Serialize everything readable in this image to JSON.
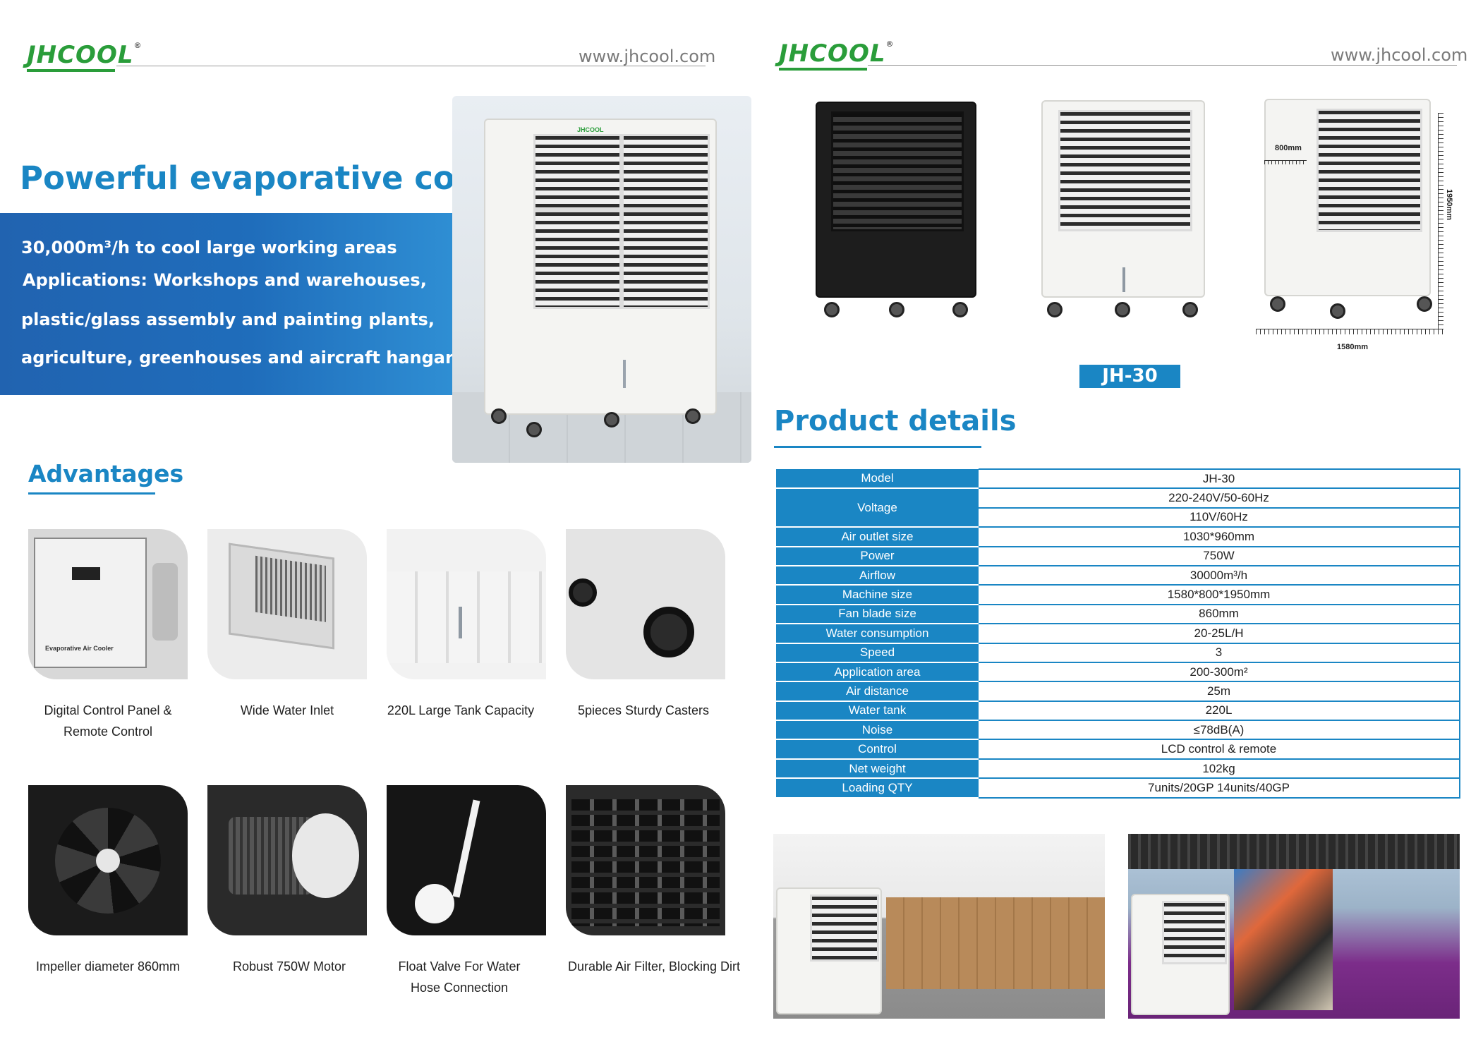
{
  "header": {
    "logo_text": "JHCOOL",
    "logo_mark": "®",
    "website": "www.jhcool.com"
  },
  "hero": {
    "title": "Powerful evaporative cooler",
    "lines": [
      "30,000m³/h to cool large working areas",
      "Applications: Workshops and warehouses,",
      "plastic/glass assembly and painting plants,",
      "agriculture, greenhouses and aircraft hangars, etc."
    ],
    "product_logo": "JHCOOL"
  },
  "advantages": {
    "title": "Advantages",
    "panel_label": "Evaporative Air Cooler",
    "items": [
      {
        "caption": [
          "Digital Control Panel &",
          "Remote Control"
        ],
        "icon": "control-panel-icon"
      },
      {
        "caption": [
          "Wide Water Inlet"
        ],
        "icon": "water-inlet-icon"
      },
      {
        "caption": [
          "220L Large Tank Capacity"
        ],
        "icon": "water-tank-icon"
      },
      {
        "caption": [
          "5pieces Sturdy Casters"
        ],
        "icon": "caster-wheel-icon"
      },
      {
        "caption": [
          "Impeller diameter 860mm"
        ],
        "icon": "impeller-icon"
      },
      {
        "caption": [
          "Robust 750W Motor"
        ],
        "icon": "motor-icon"
      },
      {
        "caption": [
          "Float Valve For Water",
          "Hose Connection"
        ],
        "icon": "float-valve-icon"
      },
      {
        "caption": [
          "Durable Air Filter, Blocking Dirt"
        ],
        "icon": "air-filter-icon"
      }
    ]
  },
  "product": {
    "model": "JH-30",
    "dimensions": {
      "depth": "800mm",
      "height": "1950mm",
      "width": "1580mm"
    }
  },
  "details": {
    "title": "Product details",
    "rows": [
      {
        "key": "Model",
        "values": [
          "JH-30"
        ]
      },
      {
        "key": "Voltage",
        "values": [
          "220-240V/50-60Hz",
          "110V/60Hz"
        ]
      },
      {
        "key": "Air outlet size",
        "values": [
          "1030*960mm"
        ]
      },
      {
        "key": "Power",
        "values": [
          "750W"
        ]
      },
      {
        "key": "Airflow",
        "values": [
          "30000m³/h"
        ]
      },
      {
        "key": "Machine size",
        "values": [
          "1580*800*1950mm"
        ]
      },
      {
        "key": "Fan blade size",
        "values": [
          "860mm"
        ]
      },
      {
        "key": "Water consumption",
        "values": [
          "20-25L/H"
        ]
      },
      {
        "key": "Speed",
        "values": [
          "3"
        ]
      },
      {
        "key": "Application area",
        "values": [
          "200-300m²"
        ]
      },
      {
        "key": "Air distance",
        "values": [
          "25m"
        ]
      },
      {
        "key": "Water tank",
        "values": [
          "220L"
        ]
      },
      {
        "key": "Noise",
        "values": [
          "≤78dB(A)"
        ]
      },
      {
        "key": "Control",
        "values": [
          "LCD control & remote"
        ]
      },
      {
        "key": "Net weight",
        "values": [
          "102kg"
        ]
      },
      {
        "key": "Loading QTY",
        "values": [
          "7units/20GP  14units/40GP"
        ]
      }
    ]
  },
  "colors": {
    "brand_green": "#2a9d3a",
    "accent_blue": "#1a86c4",
    "band_blue": "#2163b0"
  }
}
